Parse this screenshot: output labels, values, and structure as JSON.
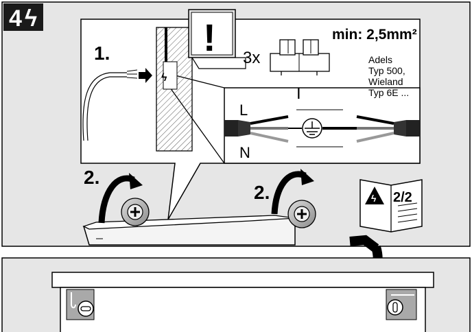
{
  "header": {
    "step_number": "4",
    "step_symbol": "ϟ"
  },
  "callout": {
    "warning_symbol": "!",
    "min_text": "min: 2,5mm²",
    "quantity": "3x",
    "connector_types": [
      "Adels",
      "Typ 500,",
      "Wieland",
      "Typ 6E ..."
    ],
    "wire_label_top": "L",
    "wire_label_bottom": "N",
    "marker_I": "I"
  },
  "steps": {
    "step1": "1.",
    "step2_left": "2.",
    "step2_right": "2."
  },
  "manual_icon": {
    "page_ref": "2/2"
  },
  "colors": {
    "panel_bg": "#e6e6e6",
    "line": "#000000",
    "hatch": "#555555",
    "metal": "#a9a9a9"
  }
}
